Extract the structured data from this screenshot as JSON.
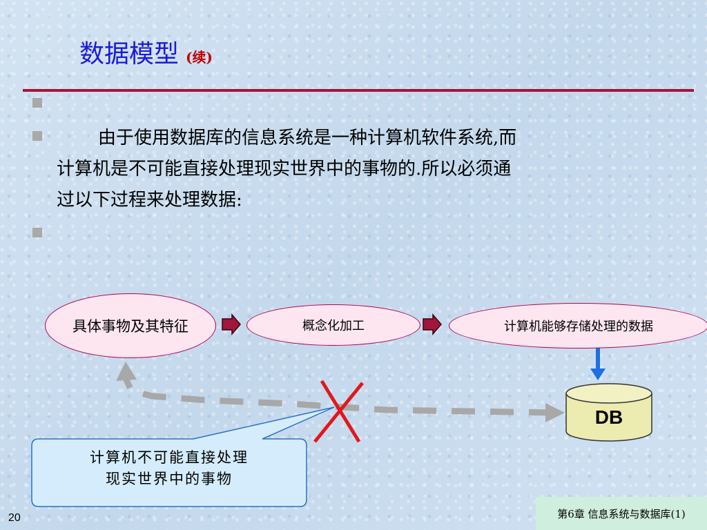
{
  "slide": {
    "title": "数据模型",
    "title_sub": "(续)",
    "body": [
      "由于使用数据库的信息系统是一种计算机软件系统,而",
      "计算机是不可能直接处理现实世界中的事物的.所以必须通",
      "过以下过程来处理数据:"
    ],
    "page_number": "20",
    "footer": "第6章  信息系统与数据库(1)"
  },
  "diagram": {
    "step1": "具体事物及其特征",
    "step2": "概念化加工",
    "step3": "计算机能够存储处理的数据",
    "db_label": "DB",
    "callout": [
      "计算机不可能直接处理",
      "现实世界中的事物"
    ]
  },
  "colors": {
    "title": "#1a1adc",
    "rule": "#a0163c",
    "oval_border": "#b0004c",
    "arrow_fill": "#a0163c",
    "blue_arrow": "#1e6fe0",
    "cross": "#e0181c",
    "dashed": "#a8a8a8",
    "db_fill": "#ecebb0"
  }
}
